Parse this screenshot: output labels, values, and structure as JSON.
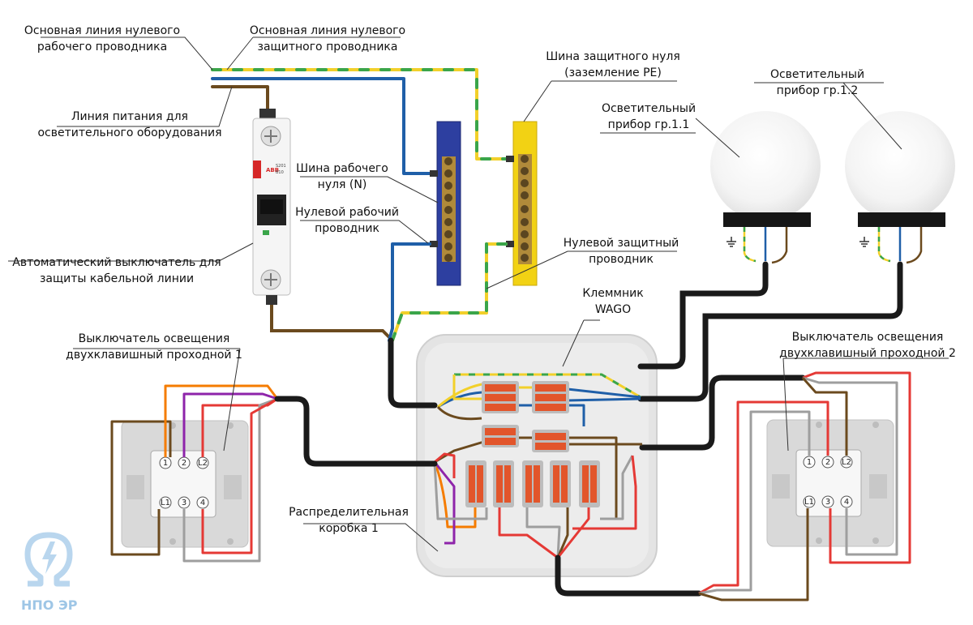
{
  "labels": {
    "neutral_main": [
      "Основная линия нулевого",
      "рабочего проводника"
    ],
    "pe_main": [
      "Основная линия нулевого",
      "защитного проводника"
    ],
    "pe_bus": [
      "Шина защитного нуля",
      "(заземление PE)"
    ],
    "supply_line": [
      "Линия питания для",
      "осветительного оборудования"
    ],
    "n_bus": [
      "Шина рабочего",
      "нуля (N)"
    ],
    "n_conductor": [
      "Нулевой рабочий",
      "проводник"
    ],
    "breaker": [
      "Автоматический выключатель для",
      "защиты кабельной линии"
    ],
    "pe_conductor": [
      "Нулевой защитный",
      "проводник"
    ],
    "lamp1": [
      "Осветительный",
      "прибор гр.1.1"
    ],
    "lamp2": [
      "Осветительный",
      "прибор гр.1.2"
    ],
    "wago": [
      "Клеммник",
      "WAGO"
    ],
    "switch1": [
      "Выключатель освещения",
      "двухклавишный проходной 1"
    ],
    "switch2": [
      "Выключатель освещения",
      "двухклавишный проходной 2"
    ],
    "junction_box": [
      "Распределительная",
      "коробка 1"
    ]
  },
  "breaker_marking": {
    "brand": "ABB",
    "model": "S201",
    "rating": "B10"
  },
  "switch_terminals": [
    "1",
    "2",
    "L2",
    "L1",
    "3",
    "4"
  ],
  "logo_text": "НПО ЭР",
  "colors": {
    "neutral": "#1f5fa8",
    "pe_yellow": "#f2d02a",
    "pe_green": "#3aa54a",
    "phase": "#6b4a1e",
    "cable": "#1a1a1a",
    "red": "#e53935",
    "orange": "#f57c00",
    "purple": "#8e24aa",
    "grey": "#9e9e9e",
    "n_bus_body": "#2d3fa0",
    "pe_bus_body": "#f2d214",
    "box": "#e6e6e6",
    "wago_orange": "#e2552b"
  },
  "icons": [
    "ground-icon",
    "omega-lightning-logo"
  ]
}
